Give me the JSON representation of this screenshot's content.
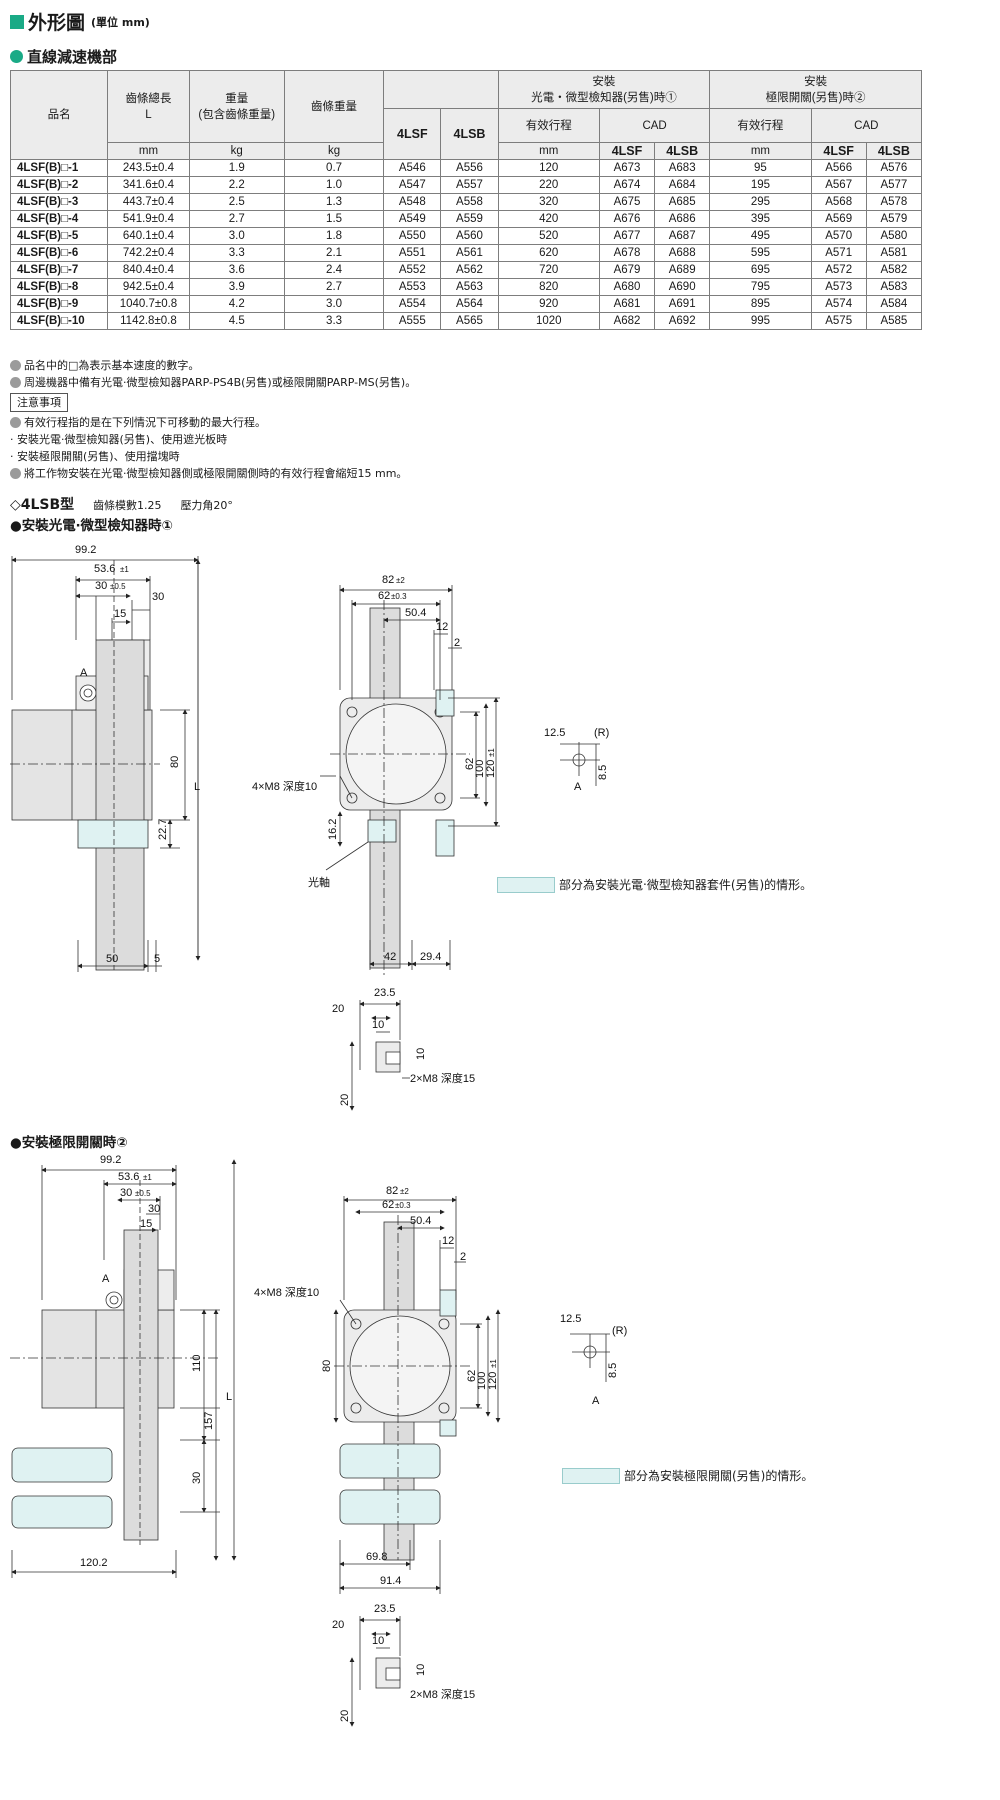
{
  "header": {
    "title": "外形圖",
    "unit": "(單位 mm)"
  },
  "section": {
    "title": "直線減速機部"
  },
  "table": {
    "h_part": "品名",
    "h_length": "齒條總長",
    "h_length_sym": "L",
    "h_weight": "重量",
    "h_weight_sub": "(包含齒條重量)",
    "h_rack_weight": "齒條重量",
    "h_4lsf": "4LSF",
    "h_4lsb": "4LSB",
    "h_group1": "安裝",
    "h_group1_sub": "光電‧微型檢知器(另售)時①",
    "h_group2": "安裝",
    "h_group2_sub": "極限開關(另售)時②",
    "h_stroke": "有效行程",
    "h_cad": "CAD",
    "u_mm": "mm",
    "u_kg": "kg",
    "rows": [
      [
        "4LSF(B)□-1",
        "243.5±0.4",
        "1.9",
        "0.7",
        "A546",
        "A556",
        "120",
        "A673",
        "A683",
        "95",
        "A566",
        "A576"
      ],
      [
        "4LSF(B)□-2",
        "341.6±0.4",
        "2.2",
        "1.0",
        "A547",
        "A557",
        "220",
        "A674",
        "A684",
        "195",
        "A567",
        "A577"
      ],
      [
        "4LSF(B)□-3",
        "443.7±0.4",
        "2.5",
        "1.3",
        "A548",
        "A558",
        "320",
        "A675",
        "A685",
        "295",
        "A568",
        "A578"
      ],
      [
        "4LSF(B)□-4",
        "541.9±0.4",
        "2.7",
        "1.5",
        "A549",
        "A559",
        "420",
        "A676",
        "A686",
        "395",
        "A569",
        "A579"
      ],
      [
        "4LSF(B)□-5",
        "640.1±0.4",
        "3.0",
        "1.8",
        "A550",
        "A560",
        "520",
        "A677",
        "A687",
        "495",
        "A570",
        "A580"
      ],
      [
        "4LSF(B)□-6",
        "742.2±0.4",
        "3.3",
        "2.1",
        "A551",
        "A561",
        "620",
        "A678",
        "A688",
        "595",
        "A571",
        "A581"
      ],
      [
        "4LSF(B)□-7",
        "840.4±0.4",
        "3.6",
        "2.4",
        "A552",
        "A562",
        "720",
        "A679",
        "A689",
        "695",
        "A572",
        "A582"
      ],
      [
        "4LSF(B)□-8",
        "942.5±0.4",
        "3.9",
        "2.7",
        "A553",
        "A563",
        "820",
        "A680",
        "A690",
        "795",
        "A573",
        "A583"
      ],
      [
        "4LSF(B)□-9",
        "1040.7±0.8",
        "4.2",
        "3.0",
        "A554",
        "A564",
        "920",
        "A681",
        "A691",
        "895",
        "A574",
        "A584"
      ],
      [
        "4LSF(B)□-10",
        "1142.8±0.8",
        "4.5",
        "3.3",
        "A555",
        "A565",
        "1020",
        "A682",
        "A692",
        "995",
        "A575",
        "A585"
      ]
    ]
  },
  "notes": {
    "n1": "品名中的□為表示基本速度的數字。",
    "n2": "周邊機器中備有光電‧微型檢知器PARP-PS4B(另售)或極限開關PARP-MS(另售)。",
    "caution": "注意事項",
    "c1": "有效行程指的是在下列情況下可移動的最大行程。",
    "c2": "‧ 安裝光電‧微型檢知器(另售)、使用遮光板時",
    "c3": "‧ 安裝極限開關(另售)、使用擋塊時",
    "c4": "將工作物安裝在光電‧微型檢知器側或極限開關側時的有效行程會縮短15 mm。"
  },
  "model": {
    "title": "◇4LSB型",
    "module": "齒條模數1.25",
    "angle": "壓力角20°"
  },
  "view1": {
    "title": "●安裝光電‧微型檢知器時①",
    "legend": "部分為安裝光電‧微型檢知器套件(另售)的情形。",
    "d_99_2": "99.2",
    "d_53_6": "53.6",
    "tol_1": "±1",
    "d_30": "30",
    "tol_05": "±0.5",
    "d_30b": "30",
    "d_15": "15",
    "lbl_A": "A",
    "d_80": "80",
    "lbl_L": "L",
    "d_22_7": "22.7",
    "d_50": "50",
    "d_5": "5",
    "d_82": "82",
    "tol_2": "±2",
    "d_62": "62",
    "tol_03": "±0.3",
    "d_50_4": "50.4",
    "d_12": "12",
    "d_2": "2",
    "d_62v": "62",
    "d_100": "100",
    "d_120": "120",
    "tol_1v": "±1",
    "hole": "4×M8 深度10",
    "d_16_2": "16.2",
    "shaft": "光軸",
    "d_42": "42",
    "d_29_4": "29.4",
    "d_12_5": "12.5",
    "lbl_R": "(R)",
    "d_8_5": "8.5",
    "lbl_A2": "A",
    "d_23_5": "23.5",
    "d_20": "20",
    "d_10": "10",
    "d_10b": "10",
    "tap": "2×M8 深度15",
    "d_20v": "20"
  },
  "view2": {
    "title": "●安裝極限開關時②",
    "legend": "部分為安裝極限開關(另售)的情形。",
    "d_99_2": "99.2",
    "d_53_6": "53.6",
    "tol_1": "±1",
    "d_30": "30",
    "tol_05": "±0.5",
    "d_30b": "30",
    "d_15": "15",
    "lbl_A": "A",
    "d_110": "110",
    "d_157": "157",
    "lbl_L": "L",
    "d_30v": "30",
    "d_120_2": "120.2",
    "d_82": "82",
    "tol_2": "±2",
    "d_62": "62",
    "tol_03": "±0.3",
    "d_50_4": "50.4",
    "d_12": "12",
    "d_2": "2",
    "hole": "4×M8 深度10",
    "d_80": "80",
    "d_62v": "62",
    "d_100": "100",
    "d_120": "120",
    "tol_1v": "±1",
    "d_69_8": "69.8",
    "d_91_4": "91.4",
    "d_12_5": "12.5",
    "lbl_R": "(R)",
    "d_8_5": "8.5",
    "lbl_A2": "A",
    "d_23_5": "23.5",
    "d_20": "20",
    "d_10": "10",
    "d_10b": "10",
    "tap": "2×M8 深度15",
    "d_20v": "20"
  }
}
